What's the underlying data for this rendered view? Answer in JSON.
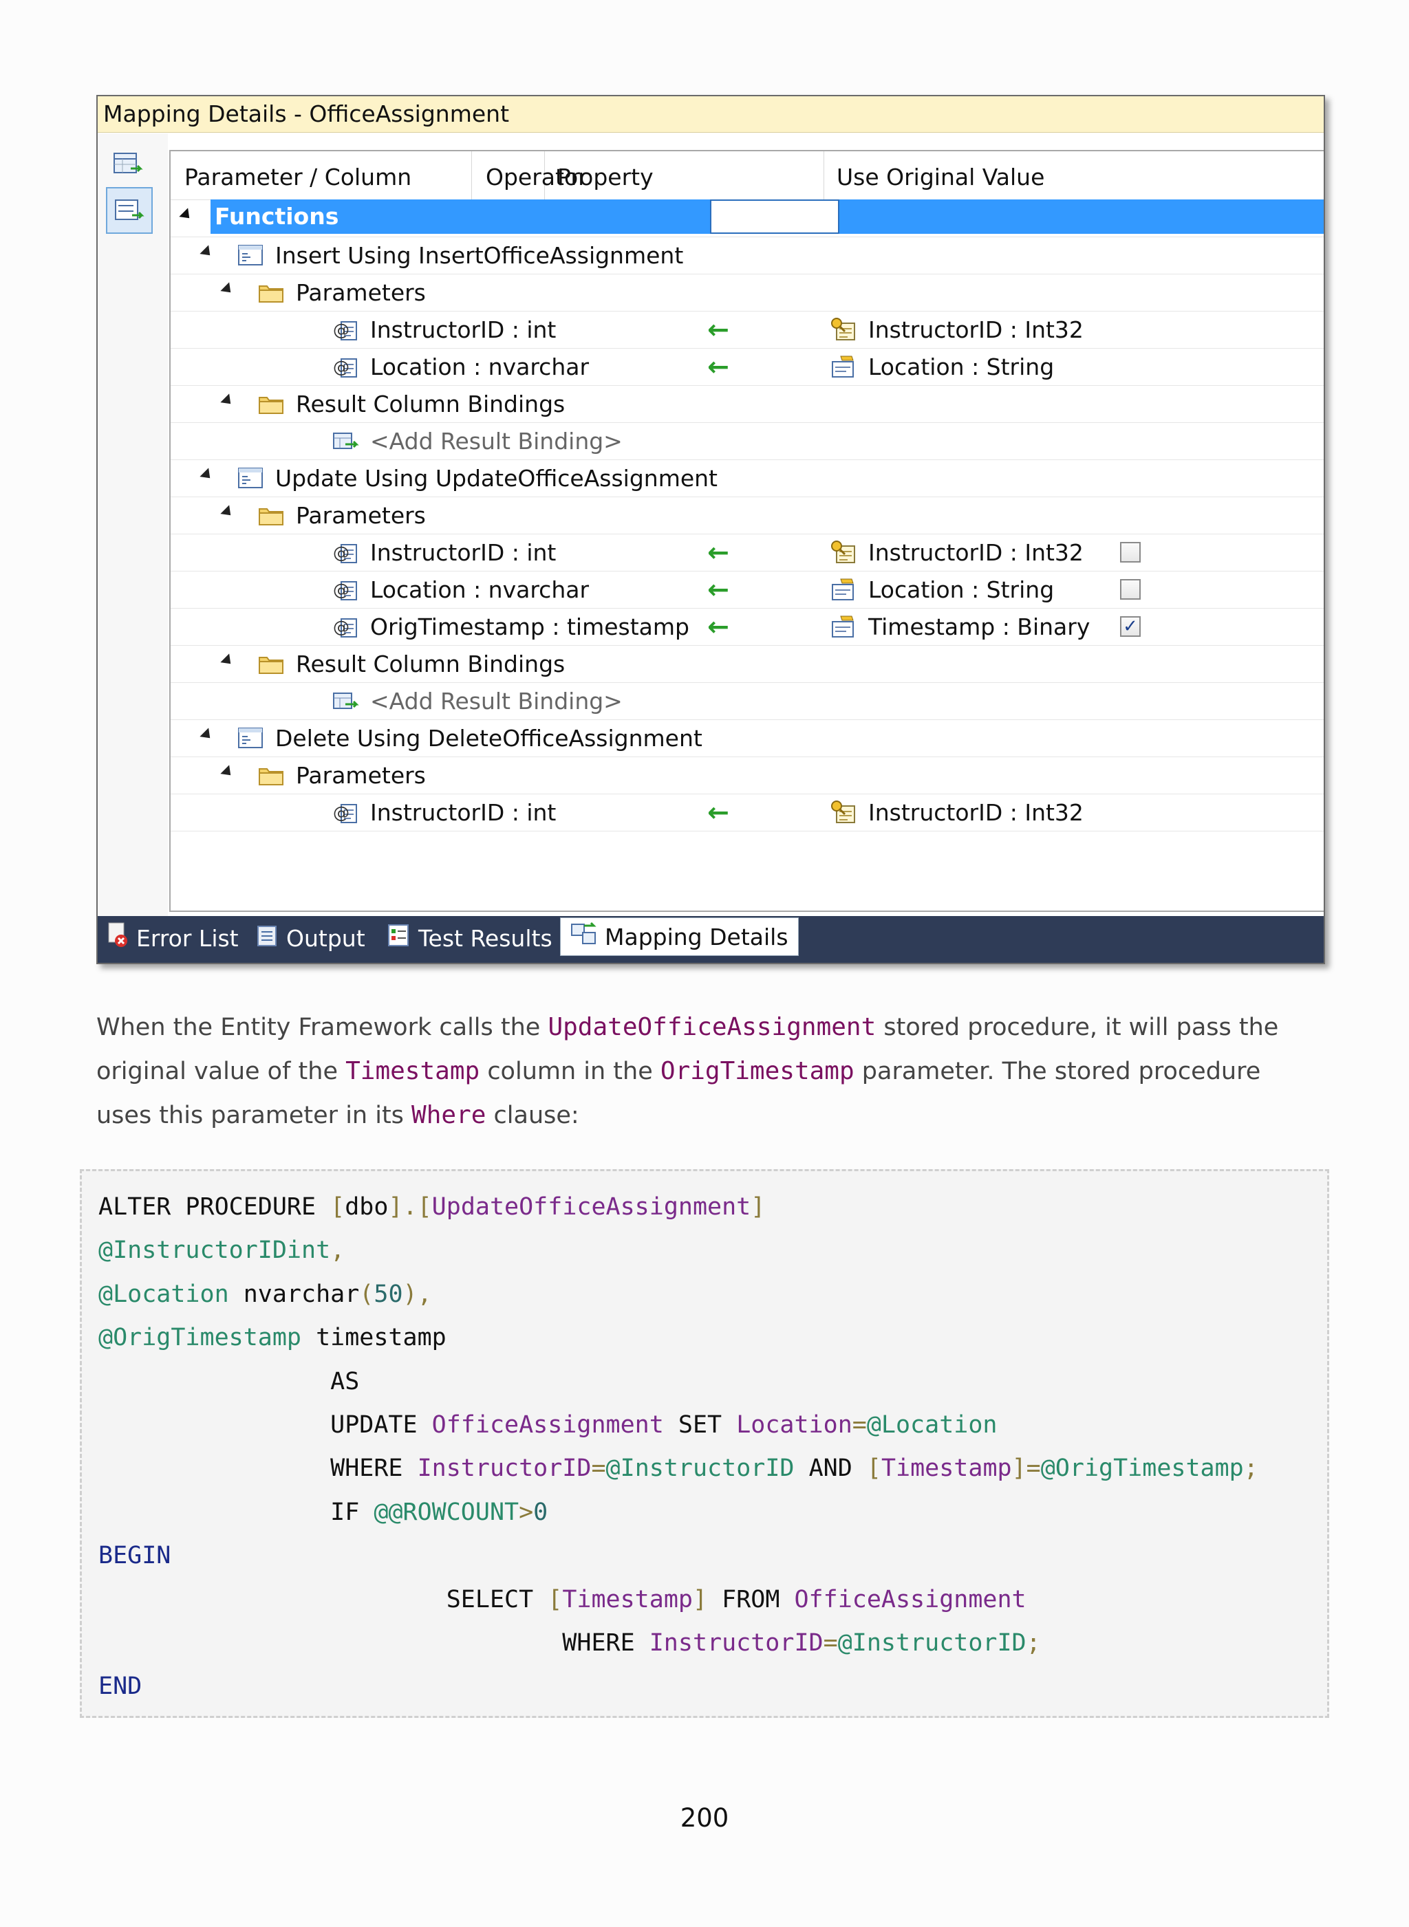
{
  "panel": {
    "title": "Mapping Details - OfficeAssignment",
    "columns": [
      "Parameter / Column",
      "Operator",
      "Property",
      "Use Original Value"
    ],
    "rows": [
      {
        "level": 0,
        "kind": "selected",
        "label": "Functions"
      },
      {
        "level": 1,
        "kind": "func",
        "label": "Insert Using InsertOfficeAssignment"
      },
      {
        "level": 2,
        "kind": "folder",
        "label": "Parameters"
      },
      {
        "level": 3,
        "kind": "param",
        "label": "InstructorID : int",
        "operator": "←",
        "property": "InstructorID : Int32",
        "property_icon": "key-property-icon"
      },
      {
        "level": 3,
        "kind": "param",
        "label": "Location : nvarchar",
        "operator": "←",
        "property": "Location : String",
        "property_icon": "property-icon"
      },
      {
        "level": 2,
        "kind": "folder",
        "label": "Result Column Bindings"
      },
      {
        "level": 3,
        "kind": "add",
        "label": "<Add Result Binding>"
      },
      {
        "level": 1,
        "kind": "func",
        "label": "Update Using UpdateOfficeAssignment"
      },
      {
        "level": 2,
        "kind": "folder",
        "label": "Parameters"
      },
      {
        "level": 3,
        "kind": "param",
        "label": "InstructorID : int",
        "operator": "←",
        "property": "InstructorID : Int32",
        "property_icon": "key-property-icon",
        "use_original": false
      },
      {
        "level": 3,
        "kind": "param",
        "label": "Location : nvarchar",
        "operator": "←",
        "property": "Location : String",
        "property_icon": "property-icon",
        "use_original": false
      },
      {
        "level": 3,
        "kind": "param",
        "label": "OrigTimestamp : timestamp",
        "operator": "←",
        "property": "Timestamp : Binary",
        "property_icon": "property-icon",
        "use_original": true
      },
      {
        "level": 2,
        "kind": "folder",
        "label": "Result Column Bindings"
      },
      {
        "level": 3,
        "kind": "add",
        "label": "<Add Result Binding>"
      },
      {
        "level": 1,
        "kind": "func",
        "label": "Delete Using DeleteOfficeAssignment"
      },
      {
        "level": 2,
        "kind": "folder",
        "label": "Parameters"
      },
      {
        "level": 3,
        "kind": "param",
        "label": "InstructorID : int",
        "operator": "←",
        "property": "InstructorID : Int32",
        "property_icon": "key-property-icon"
      }
    ],
    "tabs": [
      {
        "label": "Error List",
        "icon": "error-list-icon"
      },
      {
        "label": "Output",
        "icon": "output-icon"
      },
      {
        "label": "Test Results",
        "icon": "test-results-icon"
      },
      {
        "label": "Mapping Details",
        "icon": "mapping-details-icon",
        "active": true
      }
    ]
  },
  "paragraph": {
    "t1": "When the Entity Framework calls the ",
    "c1": "UpdateOfficeAssignment",
    "t2": " stored procedure, it will pass the original value of the ",
    "c2": "Timestamp",
    "t3": " column in the ",
    "c3": "OrigTimestamp",
    "t4": " parameter. The stored procedure uses this parameter in its ",
    "c4": "Where",
    "t5": " clause:"
  },
  "code_lines": [
    [
      {
        "t": "ALTER PROCEDURE ",
        "c": "k"
      },
      {
        "t": "[",
        "c": "p"
      },
      {
        "t": "dbo",
        "c": "k"
      },
      {
        "t": "].[",
        "c": "p"
      },
      {
        "t": "UpdateOfficeAssignment",
        "c": "n"
      },
      {
        "t": "]",
        "c": "p"
      }
    ],
    [
      {
        "t": "@InstructorIDint",
        "c": "v"
      },
      {
        "t": ",",
        "c": "p"
      }
    ],
    [
      {
        "t": "@Location ",
        "c": "v"
      },
      {
        "t": "nvarchar",
        "c": "k"
      },
      {
        "t": "(",
        "c": "p"
      },
      {
        "t": "50",
        "c": "num"
      },
      {
        "t": "),",
        "c": "p"
      }
    ],
    [
      {
        "t": "@OrigTimestamp ",
        "c": "v"
      },
      {
        "t": "timestamp",
        "c": "k"
      }
    ],
    [
      {
        "t": "                AS",
        "c": "k"
      }
    ],
    [
      {
        "t": "                UPDATE ",
        "c": "k"
      },
      {
        "t": "OfficeAssignment ",
        "c": "n"
      },
      {
        "t": "SET ",
        "c": "k"
      },
      {
        "t": "Location",
        "c": "n"
      },
      {
        "t": "=",
        "c": "p"
      },
      {
        "t": "@Location",
        "c": "v"
      }
    ],
    [
      {
        "t": "                WHERE ",
        "c": "k"
      },
      {
        "t": "InstructorID",
        "c": "n"
      },
      {
        "t": "=",
        "c": "p"
      },
      {
        "t": "@InstructorID ",
        "c": "v"
      },
      {
        "t": "AND ",
        "c": "k"
      },
      {
        "t": "[",
        "c": "p"
      },
      {
        "t": "Timestamp",
        "c": "n"
      },
      {
        "t": "]=",
        "c": "p"
      },
      {
        "t": "@OrigTimestamp",
        "c": "v"
      },
      {
        "t": ";",
        "c": "p"
      }
    ],
    [
      {
        "t": "                IF ",
        "c": "k"
      },
      {
        "t": "@@ROWCOUNT",
        "c": "v"
      },
      {
        "t": ">",
        "c": "p"
      },
      {
        "t": "0",
        "c": "num"
      }
    ],
    [
      {
        "t": "BEGIN",
        "c": "b"
      }
    ],
    [
      {
        "t": "                        SELECT ",
        "c": "k"
      },
      {
        "t": "[",
        "c": "p"
      },
      {
        "t": "Timestamp",
        "c": "n"
      },
      {
        "t": "] ",
        "c": "p"
      },
      {
        "t": "FROM ",
        "c": "k"
      },
      {
        "t": "OfficeAssignment",
        "c": "n"
      }
    ],
    [
      {
        "t": "                                WHERE ",
        "c": "k"
      },
      {
        "t": "InstructorID",
        "c": "n"
      },
      {
        "t": "=",
        "c": "p"
      },
      {
        "t": "@InstructorID",
        "c": "v"
      },
      {
        "t": ";",
        "c": "p"
      }
    ],
    [
      {
        "t": "END",
        "c": "b"
      }
    ]
  ],
  "page_number": "200"
}
